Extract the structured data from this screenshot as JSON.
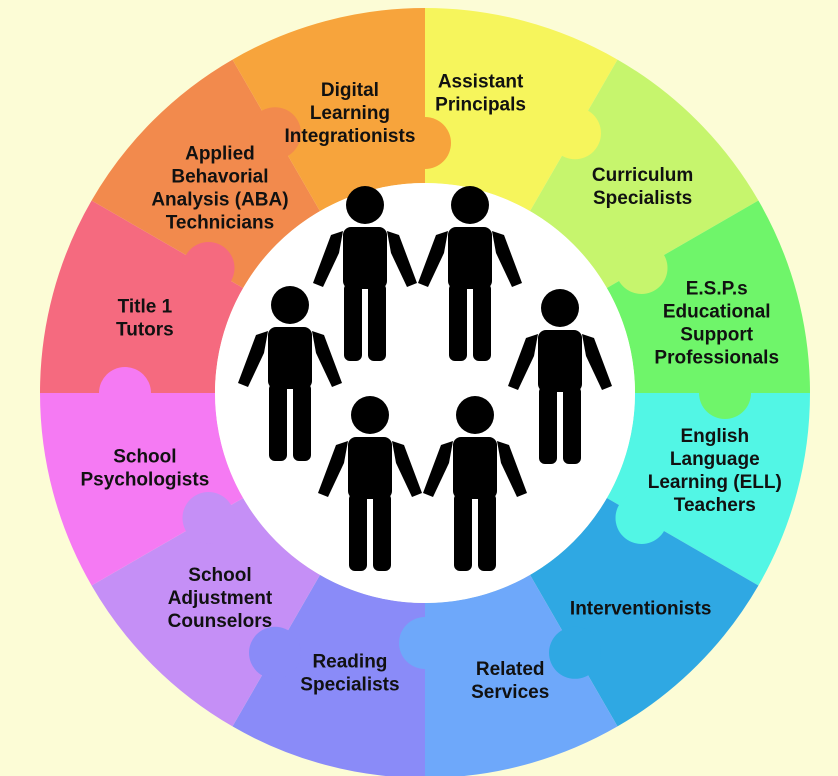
{
  "segments": [
    {
      "id": "assistant-principals",
      "color": "#f6f55c",
      "lines": [
        "Assistant",
        "Principals"
      ]
    },
    {
      "id": "curriculum-specialists",
      "color": "#c6f56d",
      "lines": [
        "Curriculum",
        "Specialists"
      ]
    },
    {
      "id": "esps",
      "color": "#6ff56a",
      "lines": [
        "E.S.P.s",
        "Educational",
        "Support",
        "Professionals"
      ]
    },
    {
      "id": "ell-teachers",
      "color": "#52f6e5",
      "lines": [
        "English",
        "Language",
        "Learning (ELL)",
        "Teachers"
      ]
    },
    {
      "id": "interventionists",
      "color": "#2fa8e3",
      "lines": [
        "Interventionists"
      ]
    },
    {
      "id": "related-services",
      "color": "#6ea8fa",
      "lines": [
        "Related",
        "Services"
      ]
    },
    {
      "id": "reading-specialists",
      "color": "#8a8bf8",
      "lines": [
        "Reading",
        "Specialists"
      ]
    },
    {
      "id": "school-adjustment-counselors",
      "color": "#c58ff6",
      "lines": [
        "School",
        "Adjustment",
        "Counselors"
      ]
    },
    {
      "id": "school-psychologists",
      "color": "#f57af3",
      "lines": [
        "School",
        "Psychologists"
      ]
    },
    {
      "id": "title-1-tutors",
      "color": "#f56a7f",
      "lines": [
        "Title 1",
        "Tutors"
      ]
    },
    {
      "id": "aba-technicians",
      "color": "#f28a4d",
      "lines": [
        "Applied",
        "Behavorial",
        "Analysis (ABA)",
        "Technicians"
      ]
    },
    {
      "id": "digital-learning-integrationists",
      "color": "#f7a43c",
      "lines": [
        "Digital",
        "Learning",
        "Integrationists"
      ]
    }
  ],
  "center": {
    "background": "#ffffff",
    "figure_color": "#000000",
    "figure_count": 6
  },
  "colors": {
    "page_background": "#fcfcd6"
  }
}
